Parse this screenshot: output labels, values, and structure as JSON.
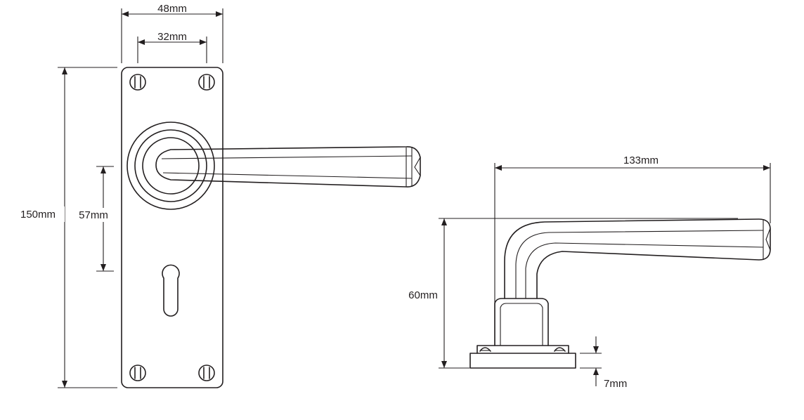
{
  "diagram": {
    "front_view": {
      "backplate_width": "48mm",
      "fixing_centres": "32mm",
      "backplate_height": "150mm",
      "lever_to_keyhole_centres": "57mm"
    },
    "side_view": {
      "lever_length": "133mm",
      "projection": "60mm",
      "rose_thickness": "7mm"
    },
    "colors": {
      "line": "#231f20",
      "background": "#ffffff"
    }
  }
}
